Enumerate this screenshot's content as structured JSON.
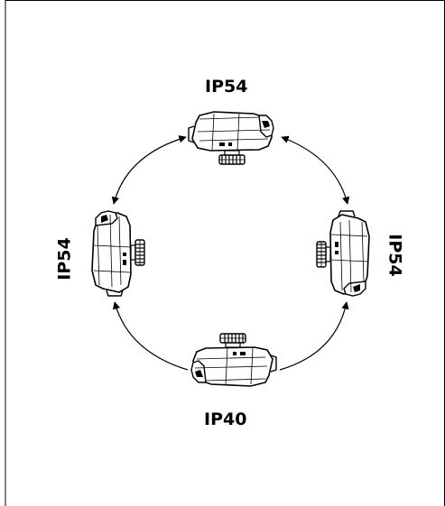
{
  "labels": {
    "top": "IP54",
    "right": "IP54",
    "bottom": "IP40",
    "left": "IP54"
  },
  "colors": {
    "line": "#000000",
    "background": "#ffffff"
  }
}
